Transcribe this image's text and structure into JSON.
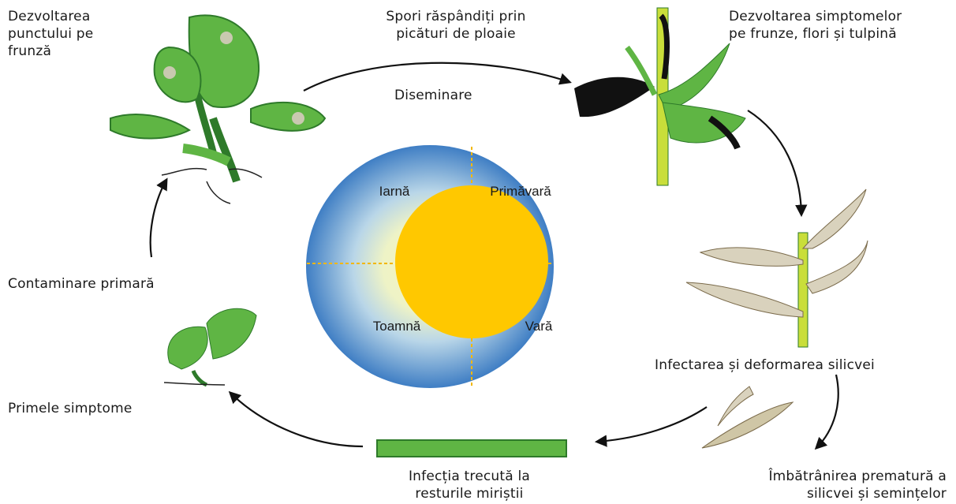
{
  "labels": {
    "dot_development": [
      "Dezvoltarea",
      "punctului pe",
      "frunză"
    ],
    "spores": [
      "Spori răspândiți prin",
      "picături de ploaie"
    ],
    "symptoms_development": [
      "Dezvoltarea simptomelor",
      "pe frunze, flori și tulpină"
    ],
    "dissemination": "Diseminare",
    "primary_contamination": "Contaminare primară",
    "first_symptoms": "Primele simptome",
    "pod_infection": "Infectarea și deformarea silicvei",
    "stubble_infection": [
      "Infecția trecută la",
      "resturile miriștii"
    ],
    "premature_aging": [
      "Îmbătrânirea prematură a",
      "silicvei și semințelor"
    ]
  },
  "seasons": {
    "winter": "Iarnă",
    "spring": "Primăvară",
    "autumn": "Toamnă",
    "summer": "Vară"
  },
  "colors": {
    "sun": "#ffc800",
    "disc_outer": "#3f7ec4",
    "disc_mid": "#b9d6e8",
    "disc_inner": "#eef3c6",
    "divider": "#f2b705",
    "leaf": "#5fb544",
    "leaf_dark": "#2e7a2a",
    "stem": "#c9de3a",
    "lesion": "#111111",
    "pod": "#d9d2bd",
    "pod_dark": "#7a6a4a",
    "arrow": "#111111"
  }
}
